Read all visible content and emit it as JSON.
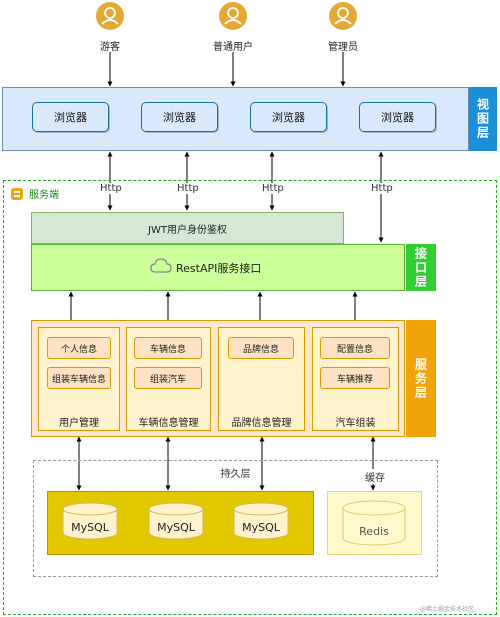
{
  "actors": [
    {
      "label": "游客",
      "icon": "user-icon"
    },
    {
      "label": "普通用户",
      "icon": "user-icon"
    },
    {
      "label": "管理员",
      "icon": "user-icon"
    }
  ],
  "view_layer": {
    "label": "视图层",
    "browsers": [
      "浏览器",
      "浏览器",
      "浏览器",
      "浏览器"
    ]
  },
  "server": {
    "label": "服务端",
    "icon": "server-icon"
  },
  "edge_labels": [
    "Http",
    "Http",
    "Http",
    "Http"
  ],
  "interface_layer": {
    "label": "接口层",
    "auth": "JWT用户身份鉴权",
    "api": "RestAPI服务接口",
    "api_icon": "cloud-icon"
  },
  "service_layer": {
    "label": "服务层",
    "modules": [
      {
        "title": "用户管理",
        "items": [
          "个人信息",
          "组装车辆信息"
        ]
      },
      {
        "title": "车辆信息管理",
        "items": [
          "车辆信息",
          "组装汽车"
        ]
      },
      {
        "title": "品牌信息管理",
        "items": [
          "品牌信息"
        ]
      },
      {
        "title": "汽车组装",
        "items": [
          "配置信息",
          "车辆推荐"
        ]
      }
    ]
  },
  "persistence_layer": {
    "label": "持久层",
    "databases": [
      "MySQL",
      "MySQL",
      "MySQL"
    ],
    "cache_label": "缓存",
    "cache": "Redis"
  },
  "watermark": "@稀土掘金技术社区",
  "colors": {
    "view_bg": "#dae8fc",
    "view_tag": "#1b8fd8",
    "interface_bg": "#ccff99",
    "interface_tag": "#33cc33",
    "service_bg": "#ffe6cc",
    "service_tag": "#f0a30a",
    "db_bg": "#e3c800",
    "cache_bg": "#fff9cc",
    "actor_icon": "#e6a835",
    "server_border": "#1aaa1a"
  }
}
